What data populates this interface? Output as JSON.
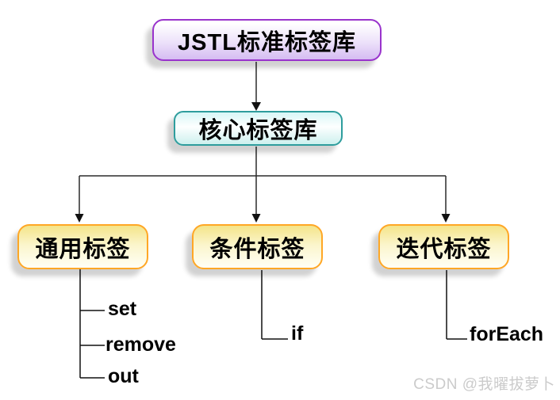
{
  "diagram": {
    "title_node": "JSTL标准标签库",
    "core_node": "核心标签库",
    "categories": [
      {
        "label": "通用标签",
        "children": [
          "set",
          "remove",
          "out"
        ]
      },
      {
        "label": "条件标签",
        "children": [
          "if"
        ]
      },
      {
        "label": "迭代标签",
        "children": [
          "forEach"
        ]
      }
    ],
    "colors": {
      "root_border": "#9933CC",
      "root_fill_bottom": "#D5BCF2",
      "core_border": "#2E9D9D",
      "core_fill": "#CDF0EE",
      "category_border": "#FFA726",
      "category_fill_top": "#F4E489",
      "connector_line": "#2B2B2B"
    }
  },
  "watermark": {
    "text": "CSDN @我曜拔萝卜",
    "color": "#CBCBCB"
  }
}
